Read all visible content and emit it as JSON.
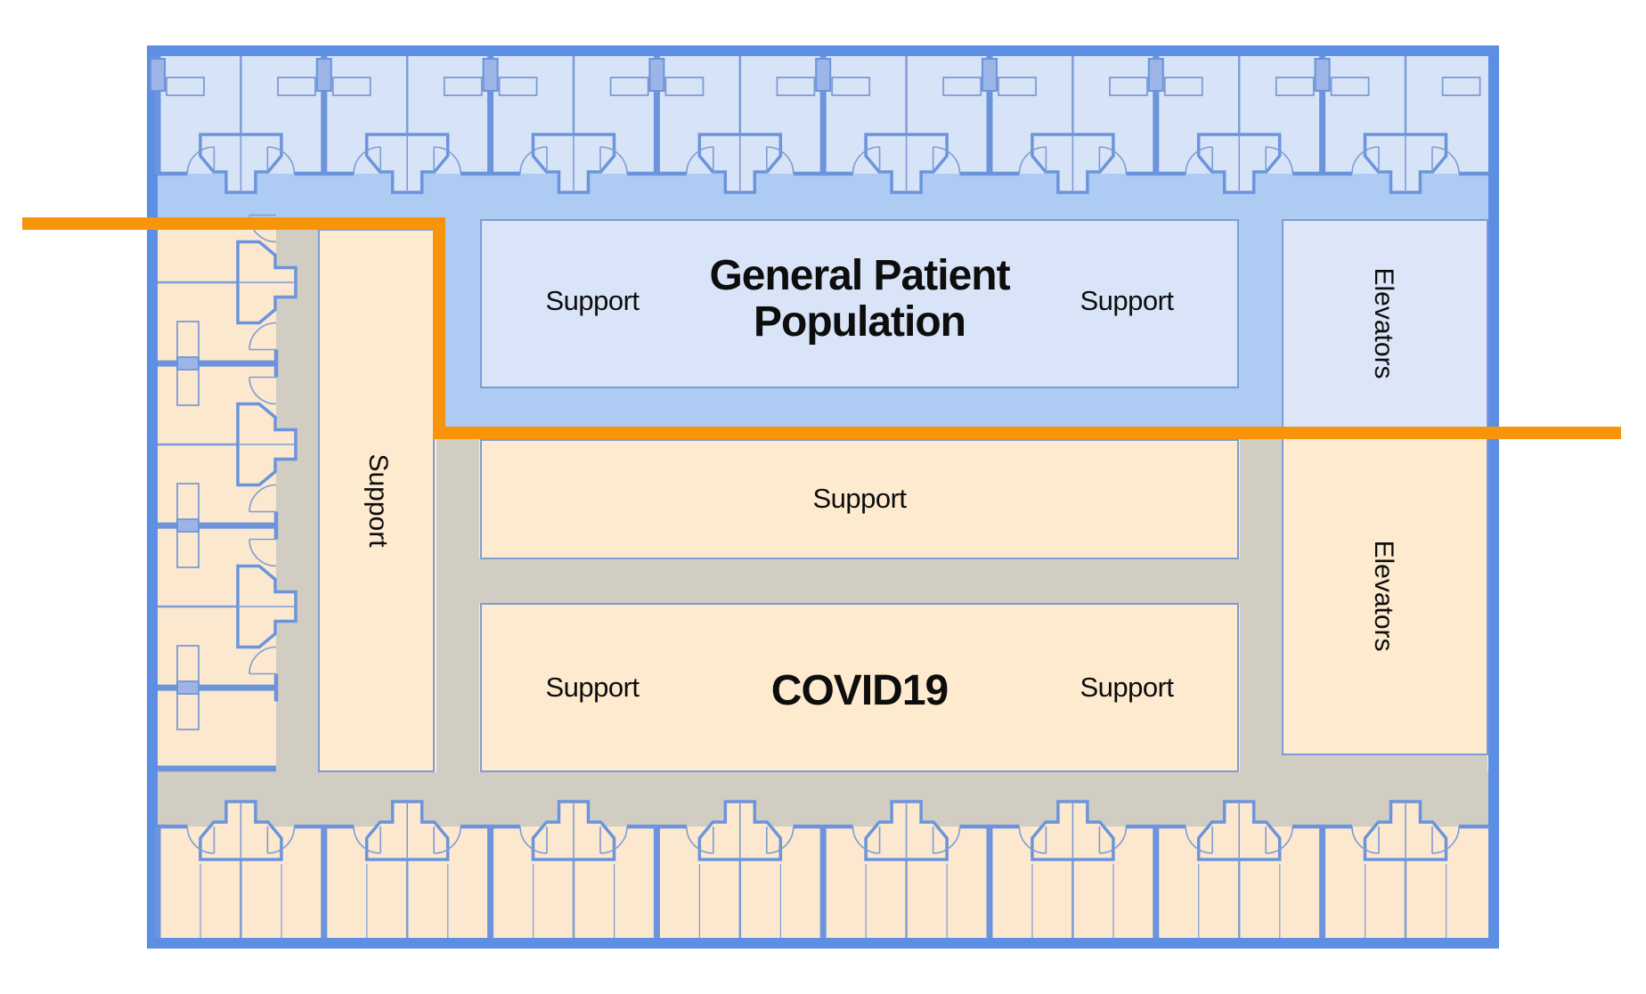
{
  "palette": {
    "border_blue": "#5C8FE4",
    "wall_blue": "#6B94DC",
    "wall_thin": "#7E9CD4",
    "headboard": "#9CB5E6",
    "room_blue": "#D7E3F7",
    "corridor_blue": "#AECBF3",
    "gpp_fill": "#D9E4F8",
    "elevator_upper_fill": "#DCE6F8",
    "tan_base": "#FCE8CE",
    "tan_box": "#FDEACF",
    "corridor_gray": "#D2CDC3",
    "box_border": "#7E9CD4",
    "orange": "#F8940A",
    "label_text": "#0d0d0d"
  },
  "floor_plan": {
    "zones": {
      "general_patient_population": {
        "title_lines": [
          "General Patient",
          "Population"
        ],
        "support_left": "Support",
        "support_right": "Support"
      },
      "support_wing_left": {
        "label": "Support"
      },
      "support_band": {
        "label": "Support"
      },
      "covid": {
        "title": "COVID19",
        "support_left": "Support",
        "support_right": "Support"
      },
      "elevators_upper": {
        "label": "Elevators"
      },
      "elevators_lower": {
        "label": "Elevators"
      }
    }
  }
}
